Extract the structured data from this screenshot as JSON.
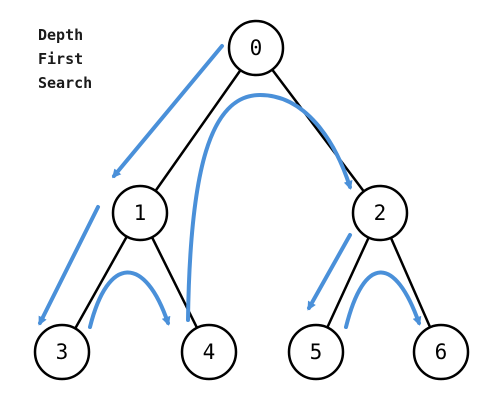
{
  "title": {
    "lines": [
      "Depth",
      "First",
      "Search"
    ]
  },
  "colors": {
    "arrow": "#4a90d9",
    "node_stroke": "#000000",
    "node_fill": "#ffffff",
    "edge": "#000000",
    "text": "#000000"
  },
  "tree": {
    "nodes": [
      {
        "id": "0",
        "label": "0"
      },
      {
        "id": "1",
        "label": "1"
      },
      {
        "id": "2",
        "label": "2"
      },
      {
        "id": "3",
        "label": "3"
      },
      {
        "id": "4",
        "label": "4"
      },
      {
        "id": "5",
        "label": "5"
      },
      {
        "id": "6",
        "label": "6"
      }
    ],
    "edges": [
      {
        "from": "0",
        "to": "1"
      },
      {
        "from": "0",
        "to": "2"
      },
      {
        "from": "1",
        "to": "3"
      },
      {
        "from": "1",
        "to": "4"
      },
      {
        "from": "2",
        "to": "5"
      },
      {
        "from": "2",
        "to": "6"
      }
    ],
    "traversal_steps": [
      {
        "from": "0",
        "to": "1"
      },
      {
        "from": "1",
        "to": "3"
      },
      {
        "from": "3",
        "to": "4"
      },
      {
        "from": "4",
        "to": "2"
      },
      {
        "from": "2",
        "to": "5"
      },
      {
        "from": "5",
        "to": "6"
      }
    ]
  }
}
